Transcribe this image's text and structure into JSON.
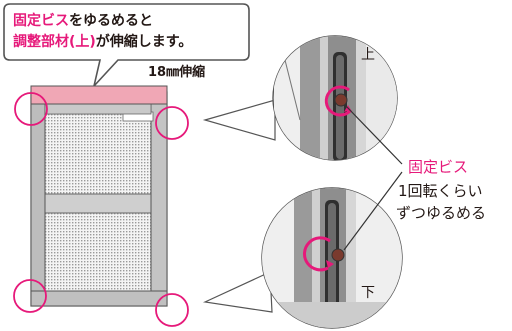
{
  "callout": {
    "line1": {
      "pink": "固定ビス",
      "black": "をゆるめると"
    },
    "line2": {
      "pink": "調整部材(上)",
      "black": "が伸縮します。"
    }
  },
  "stretch_label": "18㎜伸縮",
  "top_mark": "上",
  "bottom_mark": "下",
  "screw_label": "固定ビス",
  "instruction": [
    "1回転くらい",
    "ずつゆるめる"
  ],
  "colors": {
    "accent": "#e6197a",
    "band": "#f0a7b5",
    "frame": "#8c8c8c"
  }
}
